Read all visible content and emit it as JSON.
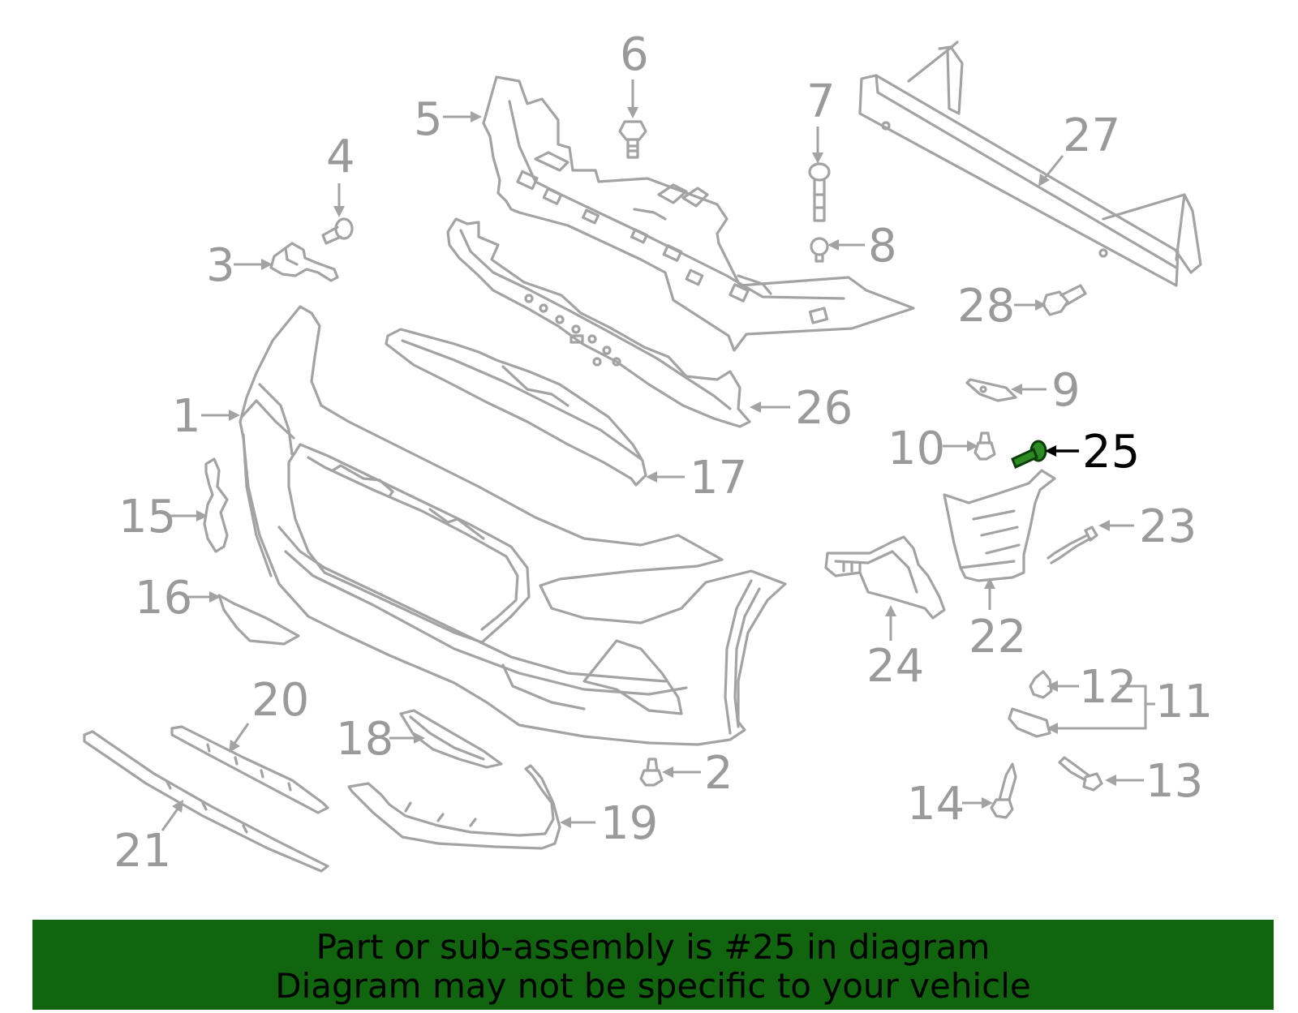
{
  "diagram": {
    "highlight_color": "#10650e",
    "highlighted_part": "25",
    "callouts": [
      {
        "id": "c1",
        "label": "1"
      },
      {
        "id": "c2",
        "label": "2"
      },
      {
        "id": "c3",
        "label": "3"
      },
      {
        "id": "c4",
        "label": "4"
      },
      {
        "id": "c5",
        "label": "5"
      },
      {
        "id": "c6",
        "label": "6"
      },
      {
        "id": "c7",
        "label": "7"
      },
      {
        "id": "c8",
        "label": "8"
      },
      {
        "id": "c9",
        "label": "9"
      },
      {
        "id": "c10",
        "label": "10"
      },
      {
        "id": "c11",
        "label": "11"
      },
      {
        "id": "c12",
        "label": "12"
      },
      {
        "id": "c13",
        "label": "13"
      },
      {
        "id": "c14",
        "label": "14"
      },
      {
        "id": "c15",
        "label": "15"
      },
      {
        "id": "c16",
        "label": "16"
      },
      {
        "id": "c17",
        "label": "17"
      },
      {
        "id": "c18",
        "label": "18"
      },
      {
        "id": "c19",
        "label": "19"
      },
      {
        "id": "c20",
        "label": "20"
      },
      {
        "id": "c21",
        "label": "21"
      },
      {
        "id": "c22",
        "label": "22"
      },
      {
        "id": "c23",
        "label": "23"
      },
      {
        "id": "c24",
        "label": "24"
      },
      {
        "id": "c25",
        "label": "25"
      },
      {
        "id": "c26",
        "label": "26"
      },
      {
        "id": "c27",
        "label": "27"
      },
      {
        "id": "c28",
        "label": "28"
      }
    ]
  },
  "banner": {
    "line1": "Part or sub-assembly is #25 in diagram",
    "line2": "Diagram may not be specific to your vehicle",
    "background": "#10650e"
  }
}
